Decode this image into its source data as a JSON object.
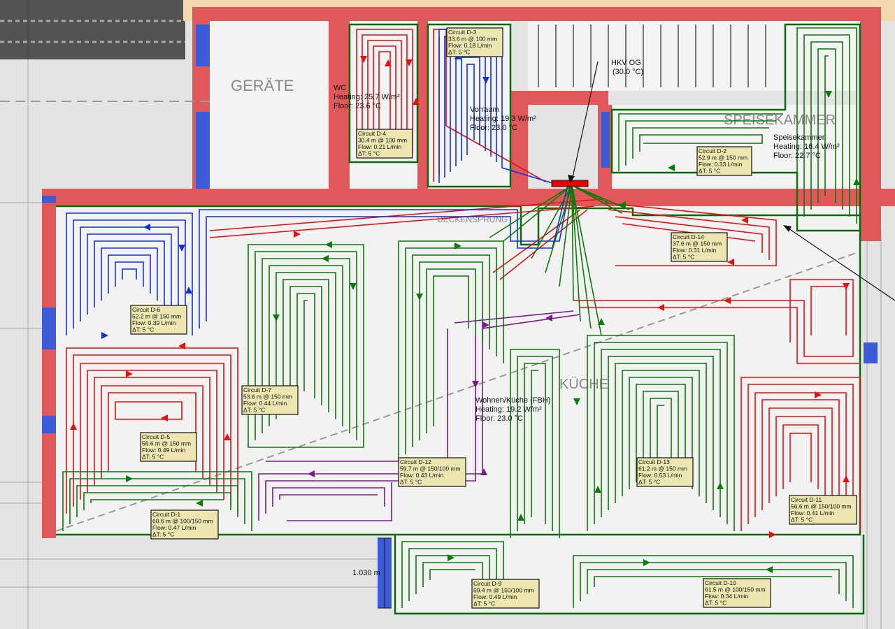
{
  "manifold": {
    "name": "HKV OG",
    "temp": "(30.0 °C)"
  },
  "dimension": "1.030 m",
  "background_labels": [
    "GERÄTE",
    "SPEISEKAMMER",
    "KÜCHE",
    "DECKENSPRUNG"
  ],
  "rooms": [
    {
      "id": "wc",
      "lines": [
        "WC",
        "Heating: 25.7 W/m²",
        "Floor: 23.6 °C"
      ]
    },
    {
      "id": "vorraum",
      "lines": [
        "Vorraum",
        "Heating: 19.3 W/m²",
        "Floor: 23.0 °C"
      ]
    },
    {
      "id": "speisekammer",
      "lines": [
        "Speisekammer",
        "Heating: 16.4 W/m²",
        "Floor: 22.7 °C"
      ]
    },
    {
      "id": "wohnen",
      "lines": [
        "Wohnen/Küche (FBH)",
        "Heating: 19.2 W/m²",
        "Floor: 23.0 °C"
      ]
    }
  ],
  "circuits": [
    {
      "id": "D-3",
      "lines": [
        "Circuit D-3",
        "33.6 m @ 100 mm",
        "Flow: 0.18 L/min",
        "ΔT: 5 °C"
      ]
    },
    {
      "id": "D-4",
      "lines": [
        "Circuit D-4",
        "30.4 m @ 100 mm",
        "Flow: 0.21 L/min",
        "ΔT: 5 °C"
      ]
    },
    {
      "id": "D-2",
      "lines": [
        "Circuit D-2",
        "52.9 m @ 150 mm",
        "Flow: 0.33 L/min",
        "ΔT: 5 °C"
      ]
    },
    {
      "id": "D-14",
      "lines": [
        "Circuit D-14",
        "37.6 m @ 150 mm",
        "Flow: 0.31 L/min",
        "ΔT: 5 °C"
      ]
    },
    {
      "id": "D-6",
      "lines": [
        "Circuit D-6",
        "52.2 m @ 150 mm",
        "Flow: 0.39 L/min",
        "ΔT: 5 °C"
      ]
    },
    {
      "id": "D-7",
      "lines": [
        "Circuit D-7",
        "53.6 m @ 150 mm",
        "Flow: 0.44 L/min",
        "ΔT: 5 °C"
      ]
    },
    {
      "id": "D-5",
      "lines": [
        "Circuit D-5",
        "56.6 m @ 150 mm",
        "Flow: 0.49 L/min",
        "ΔT: 5 °C"
      ]
    },
    {
      "id": "D-12",
      "lines": [
        "Circuit D-12",
        "59.7 m @ 150/100 mm",
        "Flow: 0.43 L/min",
        "ΔT: 5 °C"
      ]
    },
    {
      "id": "D-13",
      "lines": [
        "Circuit D-13",
        "61.2 m @ 150 mm",
        "Flow: 0.53 L/min",
        "ΔT: 5 °C"
      ]
    },
    {
      "id": "D-11",
      "lines": [
        "Circuit D-11",
        "56.6 m @ 150/100 mm",
        "Flow: 0.41 L/min",
        "ΔT: 5 °C"
      ]
    },
    {
      "id": "D-1",
      "lines": [
        "Circuit D-1",
        "60.6 m @ 100/150 mm",
        "Flow: 0.47 L/min",
        "ΔT: 5 °C"
      ]
    },
    {
      "id": "D-9",
      "lines": [
        "Circuit D-9",
        "59.4 m @ 150/100 mm",
        "Flow: 0.49 L/min",
        "ΔT: 5 °C"
      ]
    },
    {
      "id": "D-10",
      "lines": [
        "Circuit D-10",
        "61.5 m @ 100/150 mm",
        "Flow: 0.34 L/min",
        "ΔT: 5 °C"
      ]
    }
  ],
  "colors": {
    "wall": "#e2575a",
    "wall_blue": "#3b5bd8",
    "pipe_red": "#e51010",
    "pipe_green": "#0a7a0a",
    "pipe_blue": "#1030d8",
    "pipe_purple": "#7a1a8a",
    "box_fill": "#eee6b0",
    "manifold": "#e80000"
  }
}
